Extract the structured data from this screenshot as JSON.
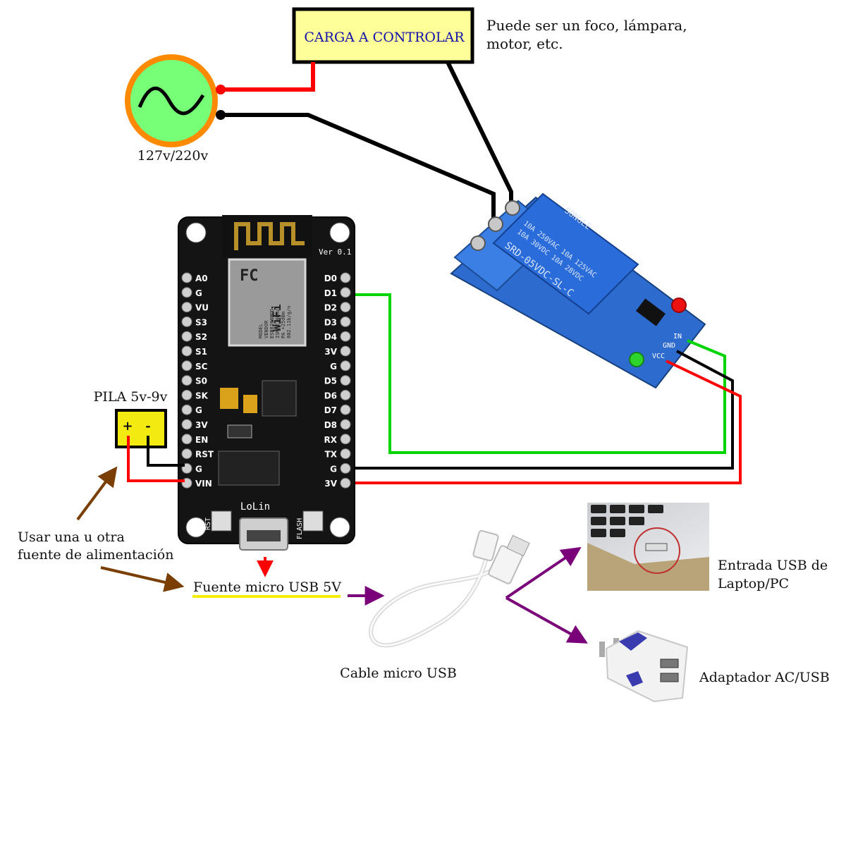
{
  "load": {
    "label": "CARGA A CONTROLAR",
    "note_line1": "Puede ser un foco, lámpara,",
    "note_line2": "motor, etc."
  },
  "ac_source": {
    "voltage_label": "127v/220v"
  },
  "battery": {
    "title": "PILA 5v-9v",
    "plus": "+",
    "minus": "-"
  },
  "board": {
    "version": "Ver 0.1",
    "brand": "LoLin",
    "rst": "RST",
    "flash": "FLASH",
    "module_text": [
      "MODEL",
      "VENDOR",
      "ESP8266MOD",
      "ISM 2.4GHz",
      "PA +25dBm",
      "802.11b/g/n"
    ],
    "module_fc": "FC",
    "module_wifi": "WiFi",
    "left_pins": [
      "A0",
      "G",
      "VU",
      "S3",
      "S2",
      "S1",
      "SC",
      "S0",
      "SK",
      "G",
      "3V",
      "EN",
      "RST",
      "G",
      "VIN"
    ],
    "right_pins": [
      "D0",
      "D1",
      "D2",
      "D3",
      "D4",
      "3V",
      "G",
      "D5",
      "D6",
      "D7",
      "D8",
      "RX",
      "TX",
      "G",
      "3V"
    ]
  },
  "relay": {
    "brand": "SONGLE",
    "spec_line1": "10A 250VAC  10A 125VAC",
    "spec_line2": "10A 30VDC   10A 28VDC",
    "model": "SRD-05VDC-SL-C",
    "pin_in": "IN",
    "pin_gnd": "GND",
    "pin_vcc": "VCC"
  },
  "notes": {
    "alt_power_line1": "Usar una u otra",
    "alt_power_line2": "fuente de alimentación",
    "micro_usb_source": "Fuente micro USB 5V",
    "cable": "Cable micro USB",
    "laptop_line1": "Entrada USB de",
    "laptop_line2": "Laptop/PC",
    "adapter": "Adaptador AC/USB"
  },
  "colors": {
    "signal_wire": "#00d400",
    "power_wire": "#ff0000",
    "ground_wire": "#000000",
    "arrow_brown": "#7a3e00",
    "arrow_purple": "#7a007a",
    "highlight_yellow": "#f5ee00",
    "load_fill": "#ffff99",
    "relay_blue": "#2f6fd1",
    "ac_fill": "#77ff77",
    "ac_ring": "#ff8a00"
  }
}
